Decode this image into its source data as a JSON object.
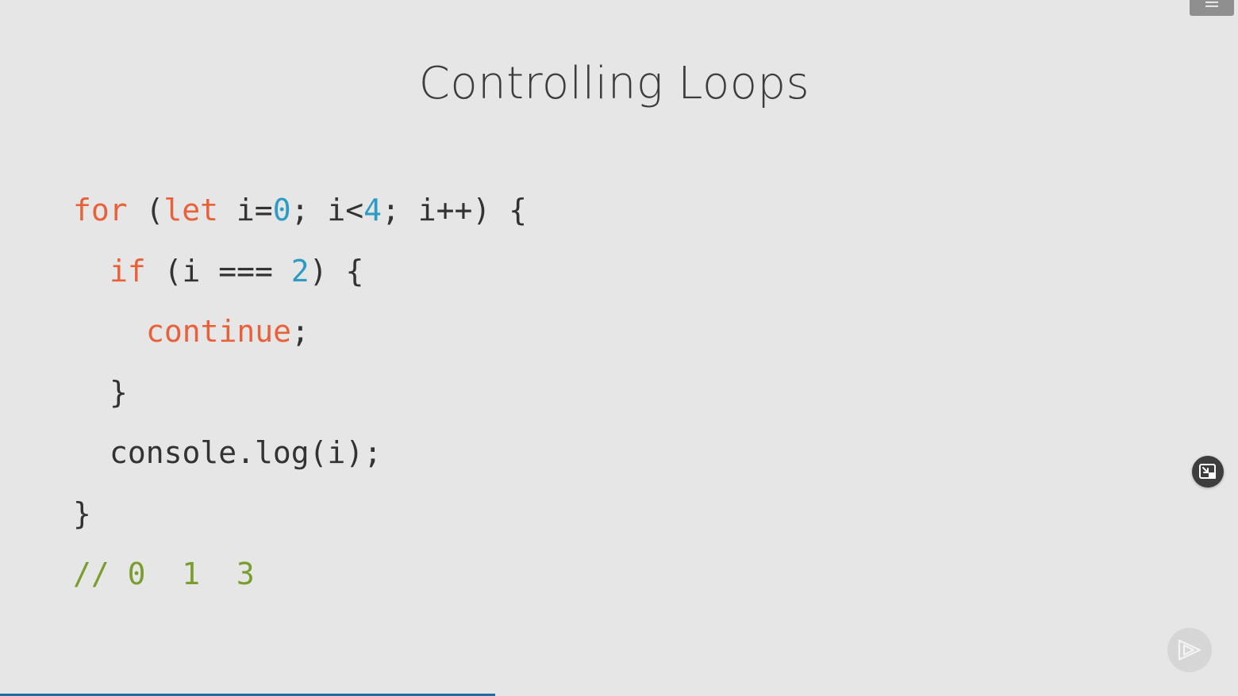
{
  "slide": {
    "title": "Controlling Loops"
  },
  "code": {
    "line1": {
      "kw1": "for",
      "t1": " (",
      "kw2": "let",
      "t2": " i=",
      "n1": "0",
      "t3": "; i<",
      "n2": "4",
      "t4": "; i++) {"
    },
    "line2": {
      "kw1": "if",
      "t1": " (i === ",
      "n1": "2",
      "t2": ") {"
    },
    "line3": {
      "kw1": "continue",
      "t1": ";"
    },
    "line4": {
      "t1": "}"
    },
    "line5": {
      "t1": "console.log(i);"
    },
    "line6": {
      "t1": "}"
    },
    "line7": {
      "c1": "// 0  1  3"
    }
  },
  "colors": {
    "keyword": "#e8613a",
    "number": "#2d9bc4",
    "comment": "#7a9e2e",
    "progress": "#1d6fa3"
  },
  "controls": {
    "menu_icon": "hamburger-menu-icon",
    "pip_icon": "picture-in-picture-icon",
    "logo_icon": "pluralsight-play-logo-icon"
  },
  "progress": {
    "fraction": 0.4
  }
}
